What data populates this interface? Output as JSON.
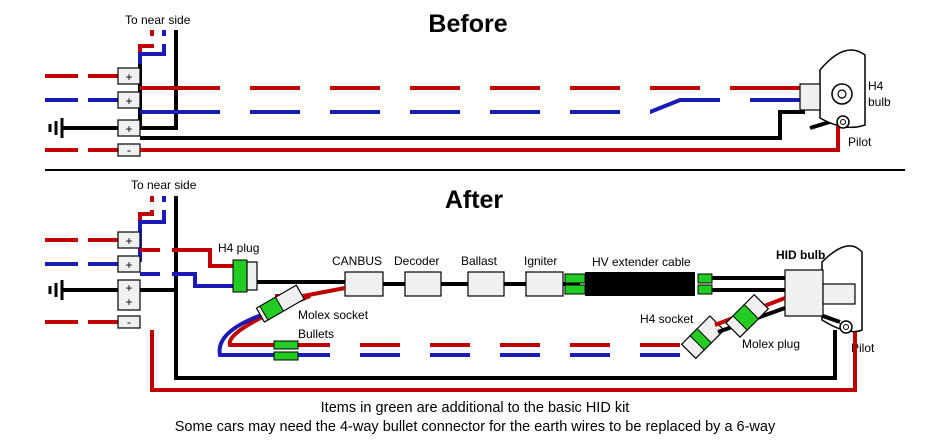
{
  "colors": {
    "red": "#c00000",
    "blue": "#1a1ab4",
    "black": "#000000",
    "green": "#22cc22",
    "grey": "#d8d8d8",
    "box": "#f0f0f0"
  },
  "before": {
    "title": "Before",
    "to_near_side": "To near side",
    "h4": "H4",
    "bulb": "bulb",
    "pilot": "Pilot"
  },
  "after": {
    "title": "After",
    "to_near_side": "To near side",
    "h4_plug": "H4 plug",
    "canbus": "CANBUS",
    "decoder": "Decoder",
    "ballast": "Ballast",
    "igniter": "Igniter",
    "hv_cable": "HV extender cable",
    "hid_bulb": "HID bulb",
    "molex_socket": "Molex socket",
    "bullets": "Bullets",
    "h4_socket": "H4 socket",
    "molex_plug": "Molex plug",
    "pilot": "Pilot"
  },
  "notes": {
    "line1": "Items in green are additional to the basic HID kit",
    "line2": "Some cars may need the 4-way bullet connector for the earth wires to be replaced by a 6-way"
  },
  "icons": [
    "earth-symbol-icon",
    "h4-bulb-icon",
    "pilot-bulb-icon",
    "hid-bulb-icon"
  ]
}
